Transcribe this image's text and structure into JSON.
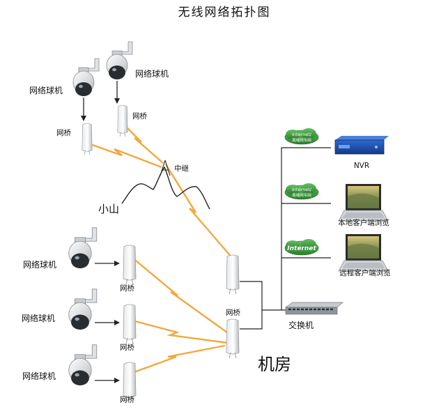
{
  "title": "无线网络拓扑图",
  "labels": {
    "camera": "网络球机",
    "bridge": "网桥",
    "relay": "中继",
    "mountain": "小山",
    "room": "机房",
    "switch": "交换机",
    "nvr": "NVR",
    "local_client": "本地客户端浏览",
    "remote_client": "远程客户端浏览"
  },
  "clouds": {
    "cloud1_top": "Internet/",
    "cloud1_bottom": "局域网专网",
    "cloud2_top": "Internet/",
    "cloud2_bottom": "局域网专网",
    "cloud3": "Internet"
  },
  "colors": {
    "wireless_link": "#f2a83a",
    "wire": "#222222",
    "cloud": "#3a9a3a",
    "nvr": "#1f4fb0"
  }
}
